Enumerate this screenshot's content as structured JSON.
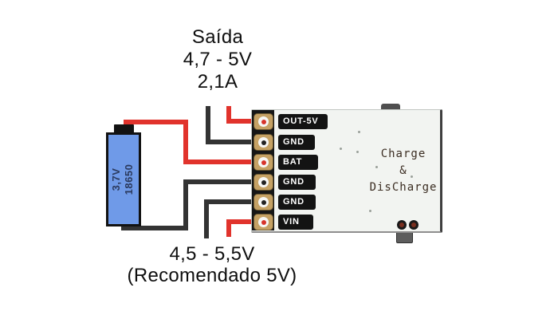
{
  "annotations": {
    "output": {
      "lines": [
        "Saída",
        "4,7 - 5V",
        "2,1A"
      ]
    },
    "input": {
      "lines": [
        "4,5 - 5,5V",
        "(Recomendado 5V)"
      ]
    }
  },
  "battery": {
    "voltage": "3,7V",
    "model": "18650"
  },
  "module": {
    "silkscreen": {
      "lines": [
        "Charge",
        "&",
        "DisCharge"
      ]
    },
    "pins": [
      {
        "label": "OUT-5V",
        "wire": "red"
      },
      {
        "label": "GND",
        "wire": "black"
      },
      {
        "label": "BAT",
        "wire": "red"
      },
      {
        "label": "GND",
        "wire": "black"
      },
      {
        "label": "GND",
        "wire": "black"
      },
      {
        "label": "VIN",
        "wire": "red"
      }
    ]
  },
  "colors": {
    "wire_red": "#E1332C",
    "wire_black": "#333333",
    "battery_body": "#6F9AE8",
    "battery_text": "#2B3A5E",
    "pad_gold": "#C5A164",
    "pcb_white": "#F2F4F1",
    "label_plate": "#131313",
    "silkscreen_text": "#3B2D22",
    "led_core": "#7A2F1F"
  }
}
